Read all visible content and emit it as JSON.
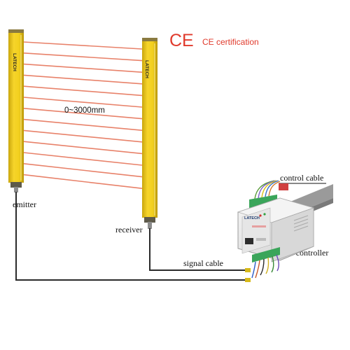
{
  "certification": {
    "mark": "CE",
    "text": "CE certification"
  },
  "range_label": "0~3000mm",
  "emitter": {
    "label": "emitter",
    "brand": "LATECH"
  },
  "receiver": {
    "label": "receiver",
    "brand": "LATECH"
  },
  "controller": {
    "label": "N controller",
    "brand": "LATECH"
  },
  "cables": {
    "control": "control cable",
    "signal": "signal cable"
  },
  "colors": {
    "bar_yellow": "#f2cf1e",
    "bar_shade": "#c9a60c",
    "beam": "#e8826a",
    "cert_red": "#e03a2c",
    "cable": "#2a2a2a",
    "controller_body": "#ececec",
    "terminal_green": "#3aa55a"
  }
}
